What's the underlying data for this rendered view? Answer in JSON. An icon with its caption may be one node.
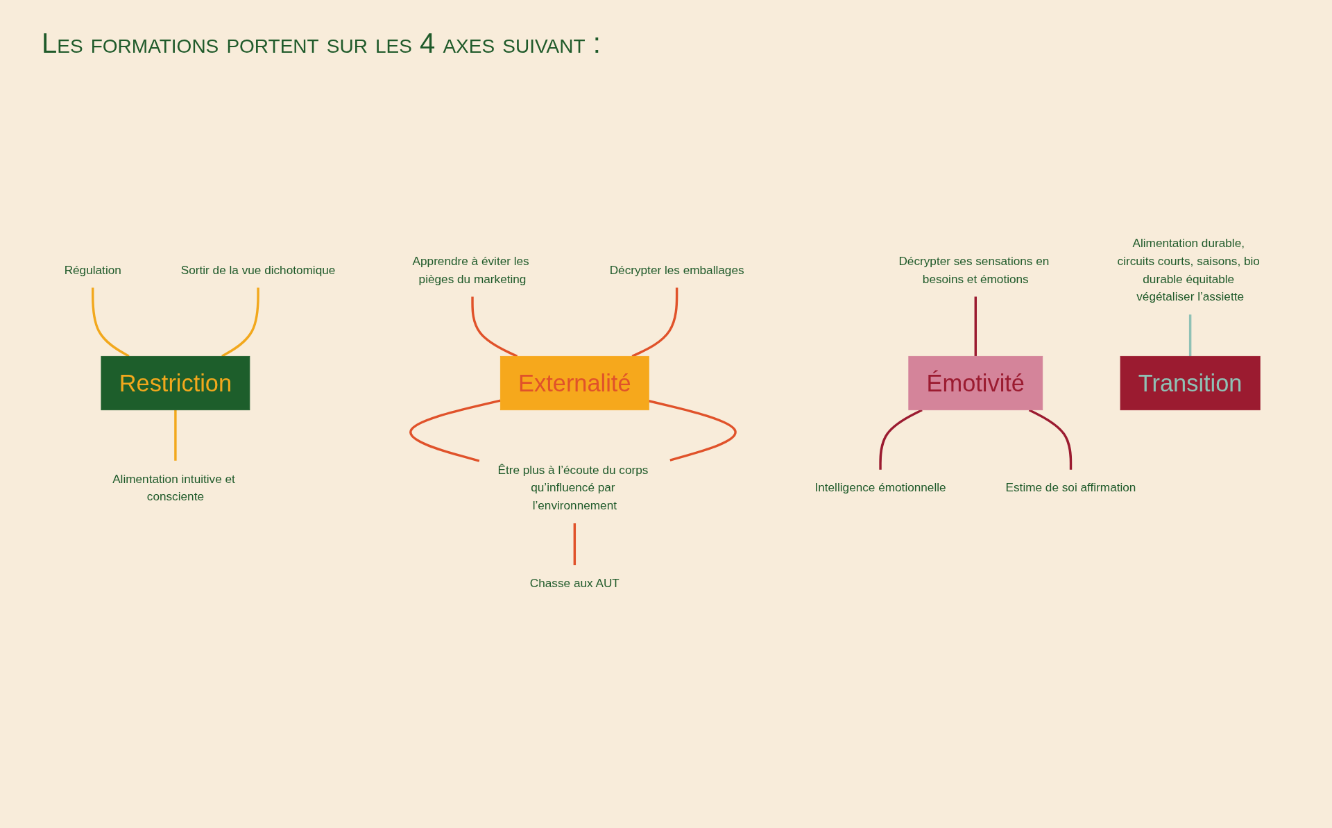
{
  "diagram": {
    "title": "Les formations portent sur les 4 axes suivant :",
    "nodes": [
      {
        "text": [
          "Restriction"
        ]
      },
      {
        "text": [
          "Régulation"
        ]
      },
      {
        "text": [
          "Sortir de la vue dichotomique"
        ]
      },
      {
        "text": [
          "Alimentation intuitive et consciente"
        ]
      },
      {
        "text": [
          "Externalité"
        ]
      },
      {
        "text": [
          "Apprendre à éviter les pièges du marketing"
        ]
      },
      {
        "text": [
          "Décrypter les emballages"
        ]
      },
      {
        "text": [
          "Être plus à l’écoute du corps qu’influencé par l’environnement"
        ]
      },
      {
        "text": [
          "Chasse aux AUT"
        ]
      },
      {
        "text": [
          "Émotivité"
        ]
      },
      {
        "text": [
          "Décrypter ses sensations en besoins et émotions"
        ]
      },
      {
        "text": [
          "Intelligence émotionnelle"
        ]
      },
      {
        "text": [
          "Estime de soi affirmation"
        ]
      },
      {
        "text": [
          "Transition"
        ]
      },
      {
        "text": [
          "Alimentation durable, circuits courts, saisons, bio durable équitable végétaliser l’assiette"
        ]
      }
    ],
    "edges": [
      {
        "from": 1,
        "to": 0,
        "arrow": "none",
        "color": "#f2a81d"
      },
      {
        "from": 2,
        "to": 0,
        "arrow": "none",
        "color": "#f2a81d"
      },
      {
        "from": 0,
        "to": 3,
        "arrow": "none",
        "color": "#f2a81d"
      },
      {
        "from": 5,
        "to": 4,
        "arrow": "none",
        "color": "#e0522a"
      },
      {
        "from": 6,
        "to": 4,
        "arrow": "none",
        "color": "#e0522a"
      },
      {
        "from": 4,
        "to": 7,
        "arrow": "none",
        "color": "#e0522a"
      },
      {
        "from": 4,
        "to": 7,
        "arrow": "none",
        "color": "#e0522a"
      },
      {
        "from": 7,
        "to": 8,
        "arrow": "none",
        "color": "#e0522a"
      },
      {
        "from": 10,
        "to": 9,
        "arrow": "none",
        "color": "#9b1b30"
      },
      {
        "from": 9,
        "to": 11,
        "arrow": "none",
        "color": "#9b1b30"
      },
      {
        "from": 9,
        "to": 12,
        "arrow": "none",
        "color": "#9b1b30"
      },
      {
        "from": 14,
        "to": 13,
        "arrow": "none",
        "color": "#8fc1b5"
      }
    ]
  }
}
